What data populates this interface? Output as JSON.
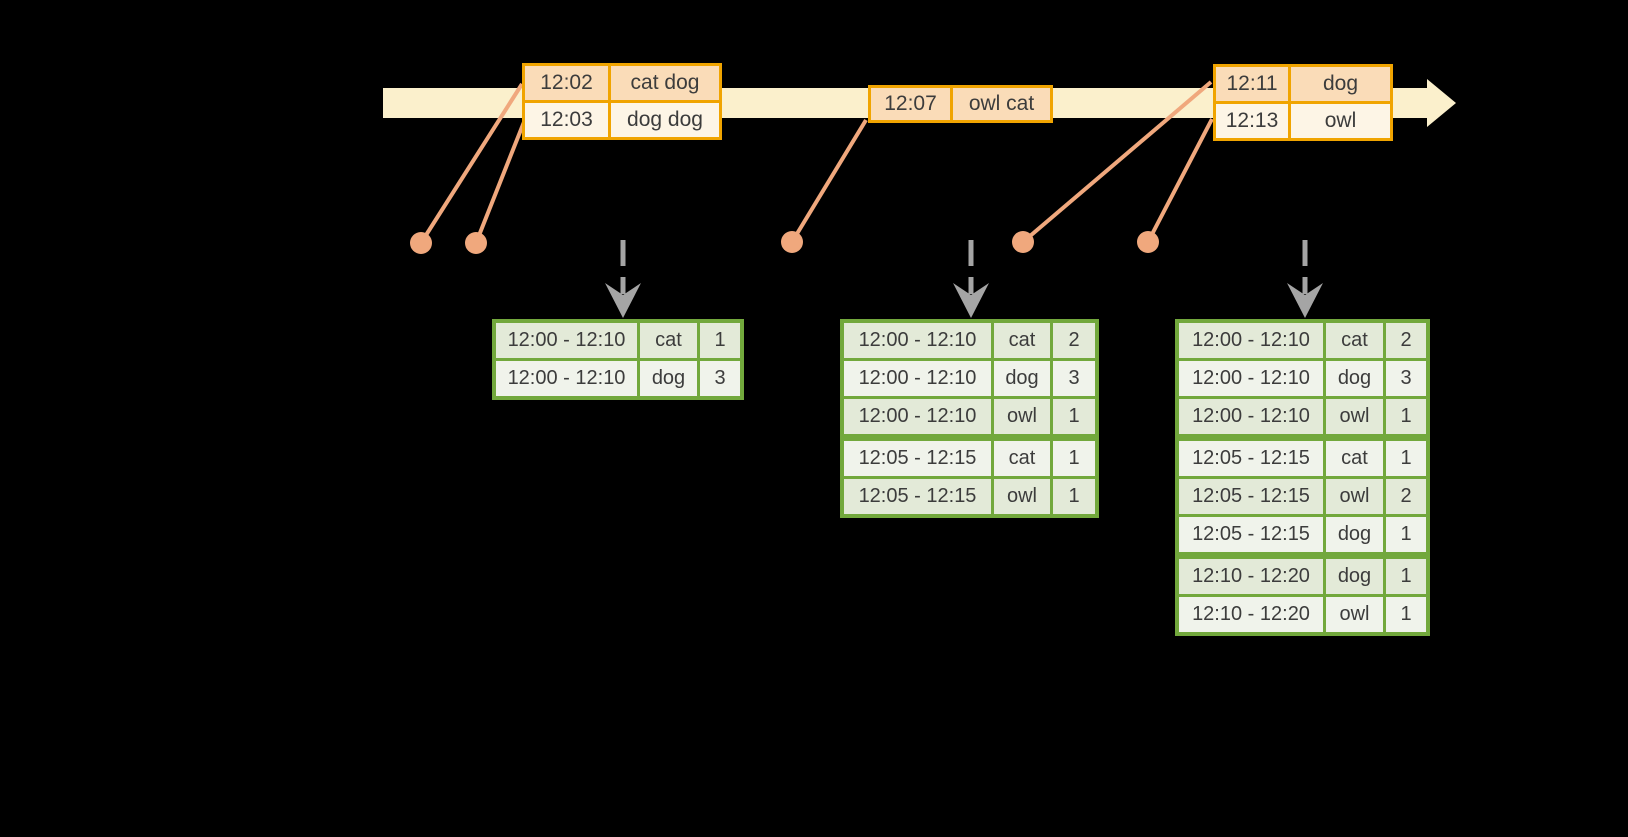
{
  "colors": {
    "background": "#000000",
    "timeline_band": "#fbf0cc",
    "event_border": "#f0a400",
    "event_row_peach": "#fadcb8",
    "event_row_cream": "#fdf5e6",
    "connector": "#f0a87d",
    "result_border": "#72a83c",
    "result_row_dark": "#e3ead8",
    "result_row_light": "#f0f3eb",
    "trigger_arrow": "#a5a5a5",
    "text": "#3c3c3c"
  },
  "timeline": {
    "event_groups": [
      {
        "rows": [
          {
            "time": "12:02",
            "words": "cat dog"
          },
          {
            "time": "12:03",
            "words": "dog dog"
          }
        ]
      },
      {
        "rows": [
          {
            "time": "12:07",
            "words": "owl cat"
          }
        ]
      },
      {
        "rows": [
          {
            "time": "12:11",
            "words": "dog"
          },
          {
            "time": "12:13",
            "words": "owl"
          }
        ]
      }
    ]
  },
  "result_tables": [
    {
      "rows": [
        {
          "window": "12:00 - 12:10",
          "word": "cat",
          "count": "1"
        },
        {
          "window": "12:00 - 12:10",
          "word": "dog",
          "count": "3"
        }
      ]
    },
    {
      "rows": [
        {
          "window": "12:00 - 12:10",
          "word": "cat",
          "count": "2"
        },
        {
          "window": "12:00 - 12:10",
          "word": "dog",
          "count": "3"
        },
        {
          "window": "12:00 - 12:10",
          "word": "owl",
          "count": "1"
        },
        {
          "window": "12:05 - 12:15",
          "word": "cat",
          "count": "1"
        },
        {
          "window": "12:05 - 12:15",
          "word": "owl",
          "count": "1"
        }
      ]
    },
    {
      "rows": [
        {
          "window": "12:00 - 12:10",
          "word": "cat",
          "count": "2"
        },
        {
          "window": "12:00 - 12:10",
          "word": "dog",
          "count": "3"
        },
        {
          "window": "12:00 - 12:10",
          "word": "owl",
          "count": "1"
        },
        {
          "window": "12:05 - 12:15",
          "word": "cat",
          "count": "1"
        },
        {
          "window": "12:05 - 12:15",
          "word": "owl",
          "count": "2"
        },
        {
          "window": "12:05 - 12:15",
          "word": "dog",
          "count": "1"
        },
        {
          "window": "12:10 - 12:20",
          "word": "dog",
          "count": "1"
        },
        {
          "window": "12:10 - 12:20",
          "word": "owl",
          "count": "1"
        }
      ]
    }
  ]
}
